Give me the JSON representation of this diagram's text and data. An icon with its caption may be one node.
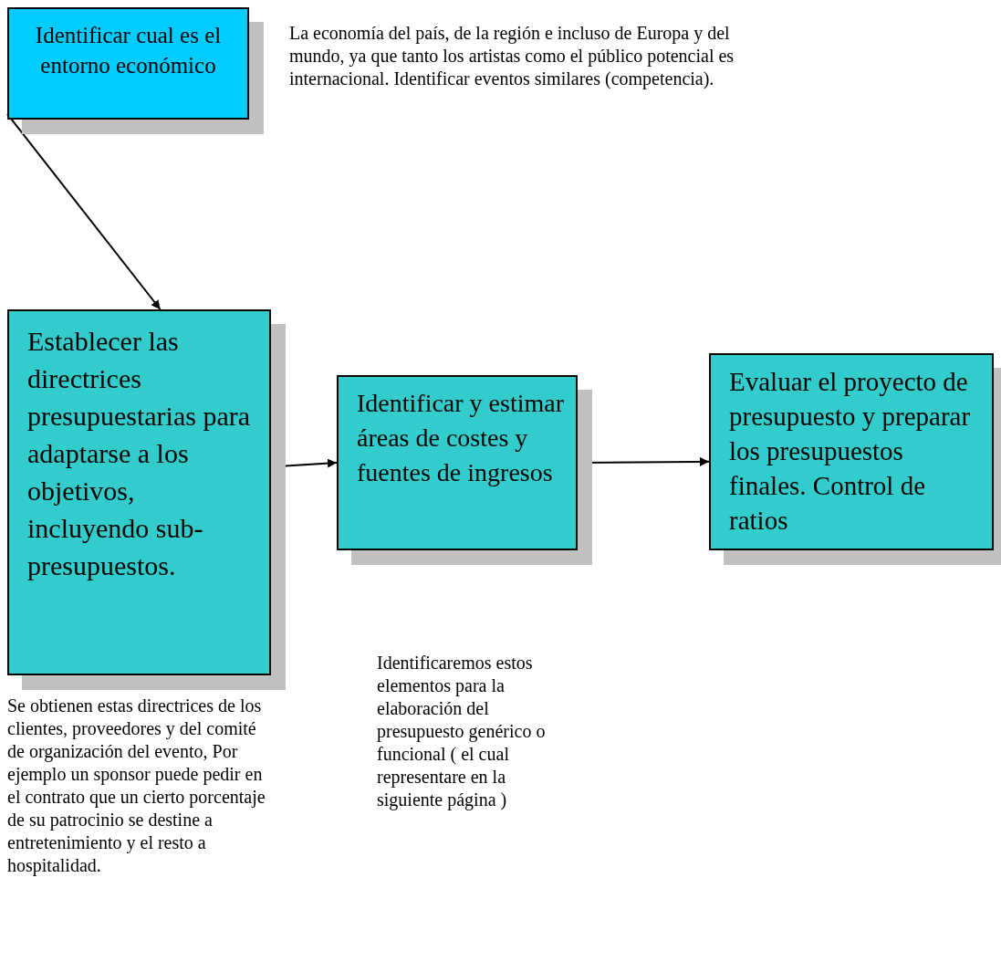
{
  "diagram": {
    "nodes": [
      {
        "text": [
          "Identificar cual es el entorno económico"
        ],
        "beside": [
          "La economía del país, de la región e incluso de Europa y del mundo, ya que tanto los artistas como el público potencial es internacional. Identificar eventos similares (competencia)."
        ]
      },
      {
        "text": [
          "Establecer las directrices presupuestarias para adaptarse a los objetivos, incluyendo sub-presupuestos."
        ],
        "beside": [
          "Se obtienen estas directrices de los clientes, proveedores y del comité de organización del evento, Por ejemplo un sponsor puede pedir en el contrato que un cierto porcentaje de su patrocinio se destine a entretenimiento y el resto a hospitalidad."
        ]
      },
      {
        "text": [
          "Identificar y estimar áreas de costes y fuentes de ingresos"
        ]
      },
      {
        "text": [
          "Evaluar el proyecto de presupuesto y preparar los presupuestos finales. Control de ratios"
        ]
      }
    ],
    "edges": [
      {
        "from": 0,
        "to": 1,
        "arrow": "to"
      },
      {
        "from": 1,
        "to": 2,
        "arrow": "to"
      },
      {
        "from": 2,
        "to": 3,
        "arrow": "to"
      }
    ],
    "labels": [
      "Identificaremos estos elementos para la elaboración del presupuesto genérico o funcional ( el cual representare en la siguiente página )"
    ]
  }
}
